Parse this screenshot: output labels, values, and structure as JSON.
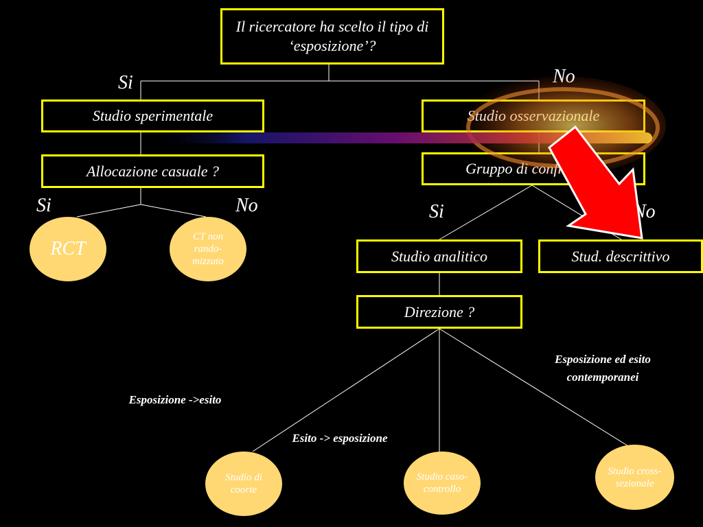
{
  "colors": {
    "background": "#000000",
    "box_border": "#ffff00",
    "oval_fill": "#ffd873",
    "text": "#ffffff",
    "arrow": "#ff0000"
  },
  "boxes": {
    "root": "Il ricercatore ha scelto il tipo di ‘esposizione’?",
    "sperimentale": "Studio sperimentale",
    "osservazionale": "Studio osservazionale",
    "allocazione": "Allocazione casuale ?",
    "confronto": "Gruppo di confronto ?",
    "analitico": "Studio analitico",
    "descrittivo": "Stud. descrittivo",
    "direzione": "Direzione ?"
  },
  "ovals": {
    "rct": "RCT",
    "ct_non": "CT non rando-mizzato",
    "coorte": "Studio di coorte",
    "caso": "Studio caso-controllo",
    "cross": "Studio cross-sezionale"
  },
  "labels": {
    "si_top": "Si",
    "no_top": "No",
    "si_left": "Si",
    "no_left": "No",
    "si_right": "Si",
    "no_right": "No"
  },
  "notes": {
    "exp_esito": "Esposizione ->esito",
    "esito_exp": "Esito -> esposizione",
    "contemporanei": "Esposizione ed esito contemporanei"
  }
}
